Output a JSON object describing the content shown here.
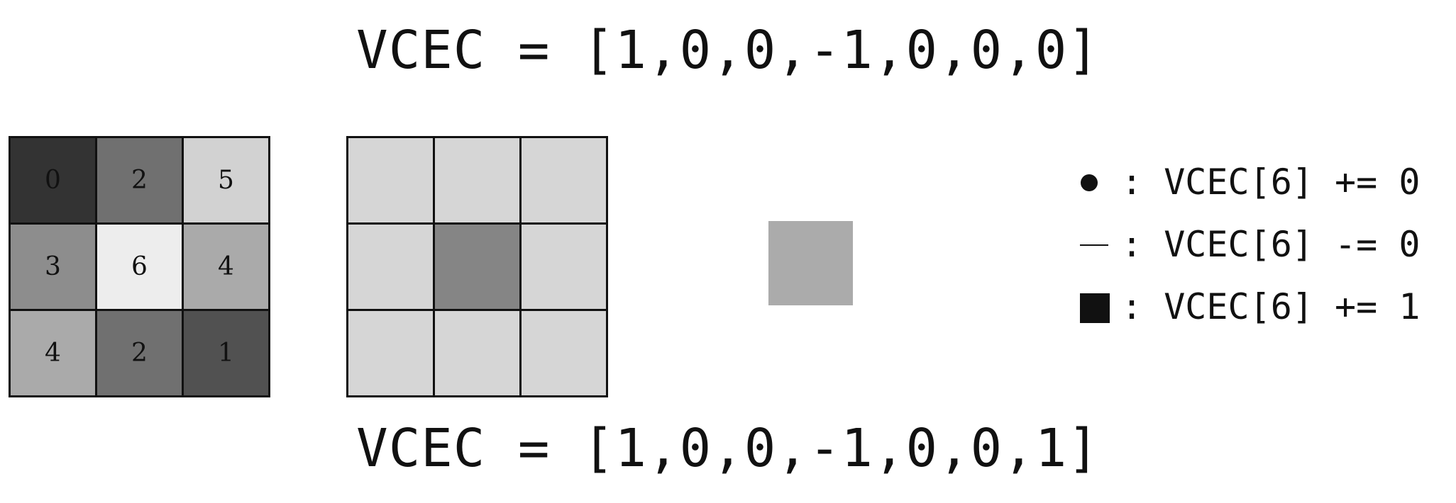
{
  "vcec_before": "VCEC = [1,0,0,-1,0,0,0]",
  "vcec_after": "VCEC = [1,0,0,-1,0,0,1]",
  "value_grid": {
    "cells": [
      {
        "value": "0",
        "color": "#333333"
      },
      {
        "value": "2",
        "color": "#707070"
      },
      {
        "value": "5",
        "color": "#d2d2d2"
      },
      {
        "value": "3",
        "color": "#8d8d8d"
      },
      {
        "value": "6",
        "color": "#ededed"
      },
      {
        "value": "4",
        "color": "#aaaaaa"
      },
      {
        "value": "4",
        "color": "#aaaaaa"
      },
      {
        "value": "2",
        "color": "#707070"
      },
      {
        "value": "1",
        "color": "#515151"
      }
    ]
  },
  "mask_grid": {
    "neighbor_color": "#d6d6d6",
    "center_color": "#858585"
  },
  "result_square_color": "#ababab",
  "legend": [
    {
      "symbol": "dot",
      "text": ": VCEC[6] += 0"
    },
    {
      "symbol": "dash",
      "text": ": VCEC[6] -= 0"
    },
    {
      "symbol": "square",
      "text": ": VCEC[6] += 1"
    }
  ]
}
